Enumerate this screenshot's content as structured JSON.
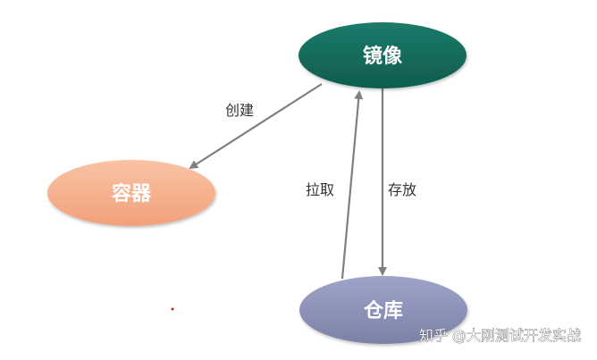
{
  "nodes": {
    "image": {
      "label": "镜像",
      "color": "#146b5c"
    },
    "container": {
      "label": "容器",
      "color": "#f6b08e"
    },
    "registry": {
      "label": "仓库",
      "color": "#8d92b8"
    }
  },
  "edges": {
    "create": {
      "label": "创建"
    },
    "pull": {
      "label": "拉取"
    },
    "store": {
      "label": "存放"
    }
  },
  "watermark": {
    "text": "知乎 @大刚测试开发实战"
  },
  "colors": {
    "arrow": "#7f7f7f",
    "node_text": "#ffffff",
    "edge_text": "#333333"
  }
}
